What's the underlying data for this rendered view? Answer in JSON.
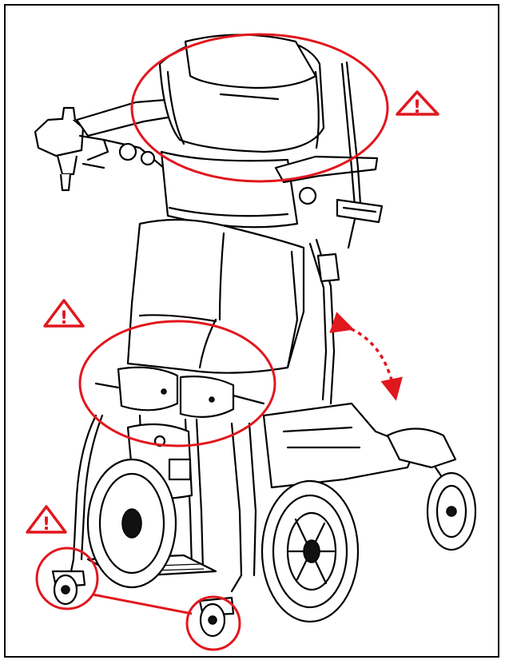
{
  "colors": {
    "accent": "#e1171e",
    "line": "#000000",
    "background": "#ffffff"
  },
  "warnings": [
    {
      "icon": "warning-triangle-icon",
      "glyph": "!"
    },
    {
      "icon": "warning-triangle-icon",
      "glyph": "!"
    },
    {
      "icon": "warning-triangle-icon",
      "glyph": "!"
    }
  ],
  "annotations": {
    "movement": "double-headed-dashed-arrow-icon",
    "highlights": [
      "headrest",
      "knee-support",
      "front-caster-left",
      "front-caster-right"
    ]
  }
}
